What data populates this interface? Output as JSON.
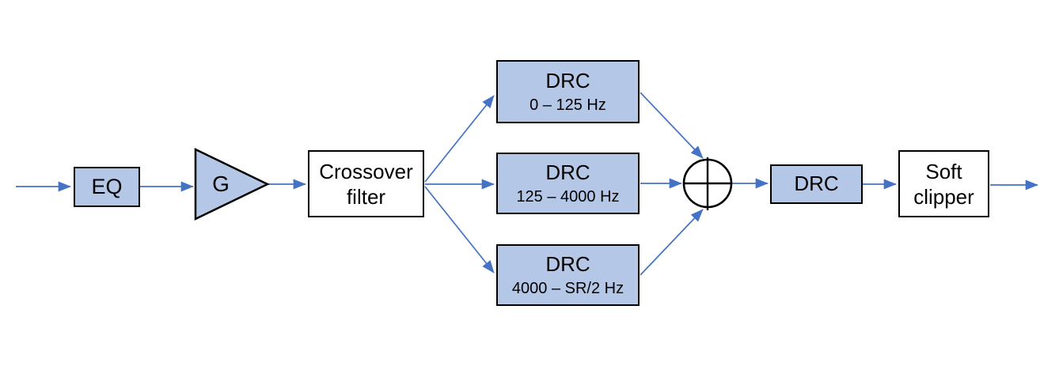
{
  "diagram": {
    "blocks": {
      "eq": {
        "label": "EQ"
      },
      "gain": {
        "label": "G"
      },
      "crossover": {
        "line1": "Crossover",
        "line2": "filter"
      },
      "drc_low": {
        "title": "DRC",
        "range": "0 – 125 Hz"
      },
      "drc_mid": {
        "title": "DRC",
        "range": "125 – 4000 Hz"
      },
      "drc_high": {
        "title": "DRC",
        "range": "4000 – SR/2 Hz"
      },
      "drc_post": {
        "label": "DRC"
      },
      "soft_clipper": {
        "line1": "Soft",
        "line2": "clipper"
      }
    },
    "colors": {
      "block_fill": "#B4C7E7",
      "block_border": "#000000",
      "arrow": "#4472C4",
      "white_block_fill": "#FFFFFF"
    }
  }
}
